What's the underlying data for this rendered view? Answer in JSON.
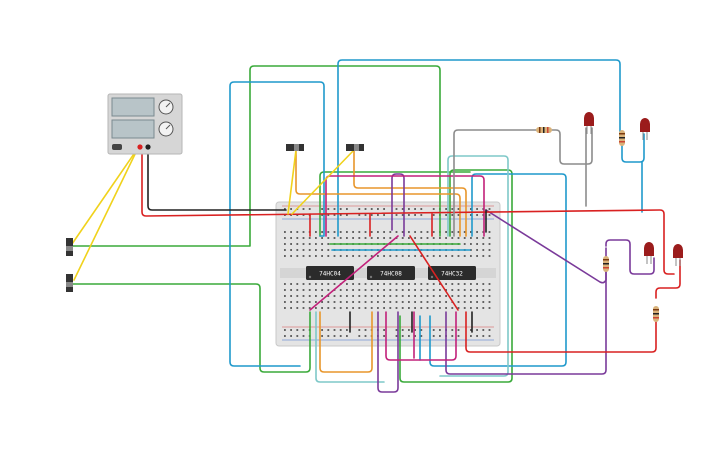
{
  "colors": {
    "background": "#ffffff",
    "breadboard": "#e4e4e4",
    "breadboard_border": "#c9c9c9",
    "hole": "#555555",
    "rail_red": "#d44a4a",
    "rail_blue": "#3a6fc9",
    "chip": "#2b2b2b",
    "psu_body": "#d6d6d6",
    "psu_screen": "#b8c4c8",
    "led_red": "#9b1c1c",
    "wire_green": "#3aaa3a",
    "wire_blue": "#1f99cc",
    "wire_red": "#d92121",
    "wire_black": "#222222",
    "wire_yellow": "#f0d21c",
    "wire_orange": "#e8962b",
    "wire_purple": "#7a3a9a",
    "wire_magenta": "#c2217a",
    "wire_gray": "#8c8c8c",
    "wire_teal": "#7ec8c8"
  },
  "chips": [
    {
      "label": "74HC04"
    },
    {
      "label": "74HC08"
    },
    {
      "label": "74HC32"
    }
  ],
  "components": {
    "power_supply": {
      "icon": "power-supply-icon"
    },
    "switches": [
      {
        "icon": "slide-switch-icon"
      },
      {
        "icon": "slide-switch-icon"
      },
      {
        "icon": "slide-switch-icon"
      },
      {
        "icon": "slide-switch-icon"
      }
    ],
    "leds": [
      {
        "color": "red"
      },
      {
        "color": "red"
      },
      {
        "color": "red"
      },
      {
        "color": "red"
      }
    ],
    "resistors": [
      {
        "icon": "resistor-icon"
      },
      {
        "icon": "resistor-icon"
      },
      {
        "icon": "resistor-icon"
      },
      {
        "icon": "resistor-icon"
      }
    ]
  }
}
